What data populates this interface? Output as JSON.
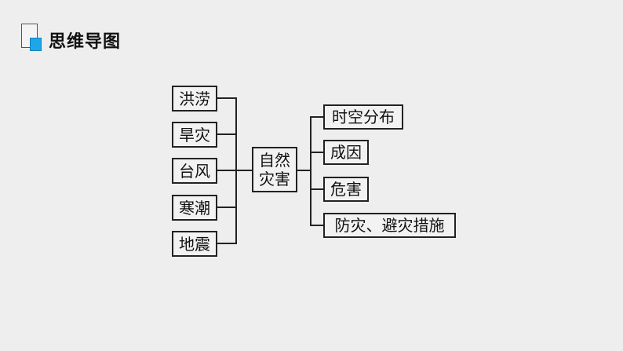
{
  "header": {
    "title": "思维导图"
  },
  "mindmap": {
    "center": {
      "line1": "自然",
      "line2": "灾害"
    },
    "left": [
      "洪涝",
      "旱灾",
      "台风",
      "寒潮",
      "地震"
    ],
    "right": [
      "时空分布",
      "成因",
      "危害",
      "防灾、避灾措施"
    ]
  }
}
